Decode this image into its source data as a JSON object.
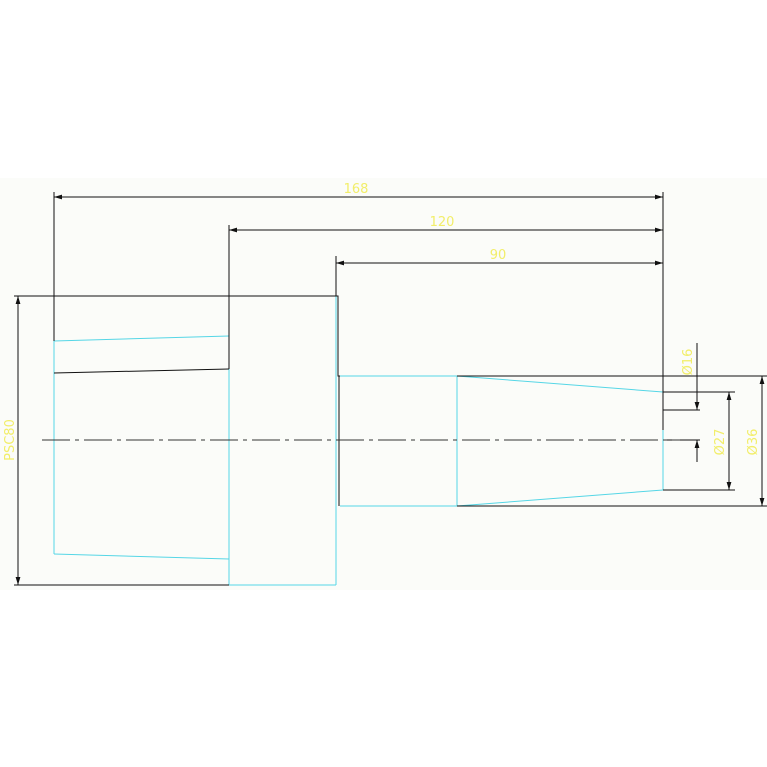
{
  "colors": {
    "background": "#ffffff",
    "sheet": "#fbfcf9",
    "outline": "#111111",
    "part": "#55d6e6",
    "dimension_text": "#f2ee6a",
    "centerline": "#333333"
  },
  "dimensions": {
    "overall_length": "168",
    "length_to_shoulder": "120",
    "length_to_step": "90",
    "diameter_tip": "Ø16",
    "diameter_small": "Ø27",
    "diameter_large": "Ø36",
    "bar_stock": "PSC80"
  }
}
